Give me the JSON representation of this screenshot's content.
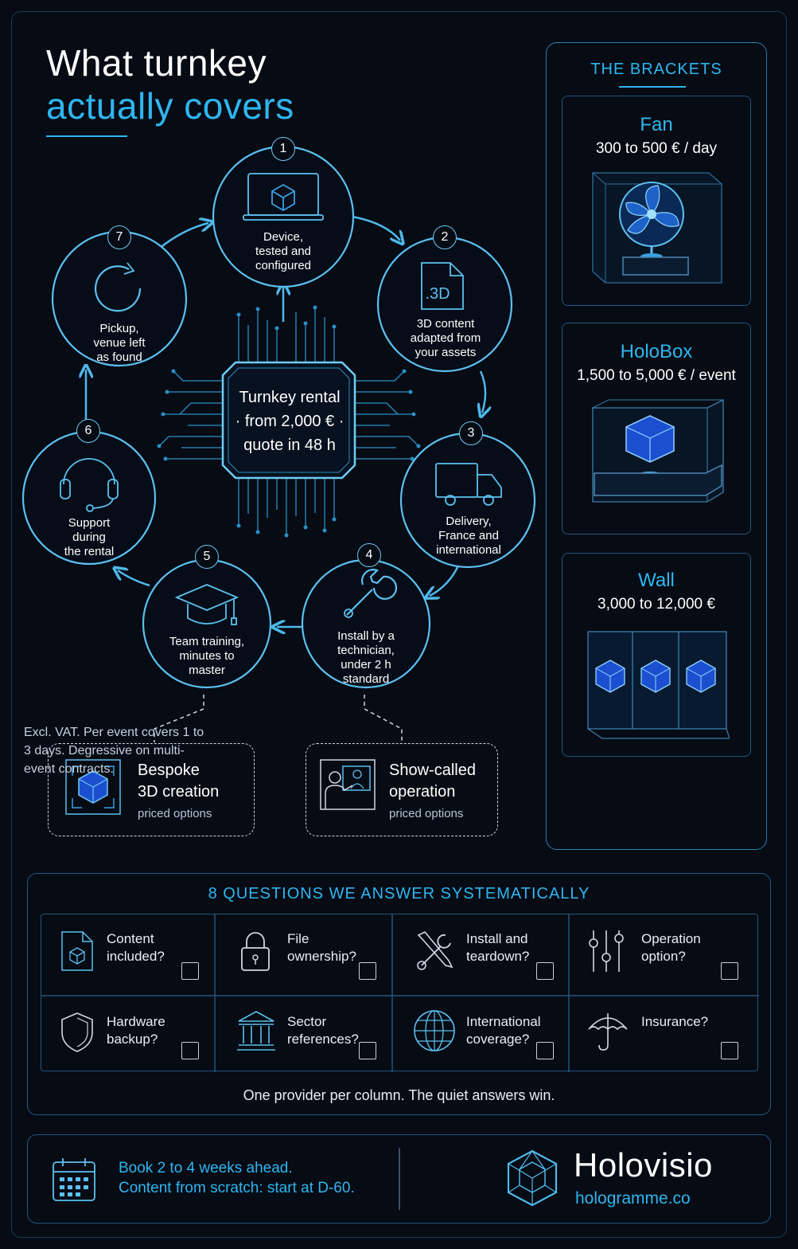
{
  "title": {
    "line1": "What turnkey",
    "line2": "actually covers"
  },
  "center": {
    "line1": "Turnkey rental",
    "line2": "· from 2,000 € ·",
    "line3": "quote in 48 h"
  },
  "steps": [
    {
      "num": "1",
      "label": "Device,\ntested and\nconfigured",
      "icon": "monitor-cube-icon"
    },
    {
      "num": "2",
      "label": "3D content\nadapted from\nyour assets",
      "icon": "3d-file-icon",
      "icon_text": ".3D"
    },
    {
      "num": "3",
      "label": "Delivery,\nFrance and\ninternational",
      "icon": "truck-icon"
    },
    {
      "num": "4",
      "label": "Install by a\ntechnician,\nunder 2 h\nstandard",
      "icon": "wrench-icon"
    },
    {
      "num": "5",
      "label": "Team training,\nminutes to\nmaster",
      "icon": "graduation-cap-icon"
    },
    {
      "num": "6",
      "label": "Support\nduring\nthe rental",
      "icon": "headset-icon"
    },
    {
      "num": "7",
      "label": "Pickup,\nvenue left\nas found",
      "icon": "refresh-icon"
    }
  ],
  "options": [
    {
      "title": "Bespoke\n3D creation",
      "sub": "priced options",
      "icon": "cube-frame-icon"
    },
    {
      "title": "Show-called\noperation",
      "sub": "priced options",
      "icon": "presenter-icon"
    }
  ],
  "brackets": {
    "heading": "THE BRACKETS",
    "items": [
      {
        "name": "Fan",
        "price": "300 to 500 € / day",
        "icon": "hologram-fan-icon"
      },
      {
        "name": "HoloBox",
        "price": "1,500 to 5,000 € / event",
        "icon": "holobox-icon"
      },
      {
        "name": "Wall",
        "price": "3,000 to 12,000 €",
        "icon": "hologram-wall-icon"
      }
    ],
    "note": "Excl. VAT. Per event covers 1 to 3 days. Degressive on multi-event contracts."
  },
  "questions": {
    "heading": "8 QUESTIONS WE ANSWER SYSTEMATICALLY",
    "items": [
      {
        "label": "Content\nincluded?",
        "icon": "file-cube-icon"
      },
      {
        "label": "File\nownership?",
        "icon": "padlock-icon"
      },
      {
        "label": "Install and\nteardown?",
        "icon": "tools-icon"
      },
      {
        "label": "Operation\noption?",
        "icon": "sliders-icon"
      },
      {
        "label": "Hardware\nbackup?",
        "icon": "shield-icon"
      },
      {
        "label": "Sector\nreferences?",
        "icon": "institution-icon"
      },
      {
        "label": "International\ncoverage?",
        "icon": "globe-icon"
      },
      {
        "label": "Insurance?",
        "icon": "umbrella-icon"
      }
    ],
    "footer": "One provider per column. The quiet answers win."
  },
  "footer": {
    "line1": "Book 2 to 4 weeks ahead.",
    "line2": "Content from scratch: start at D-60.",
    "calendar_icon": "calendar-icon",
    "brand": "Holovisio",
    "site": "hologramme.co",
    "logo_icon": "holovisio-logo-icon"
  },
  "colors": {
    "accent": "#2fb6f0",
    "background": "#060b14",
    "line": "#4fb8ea"
  }
}
